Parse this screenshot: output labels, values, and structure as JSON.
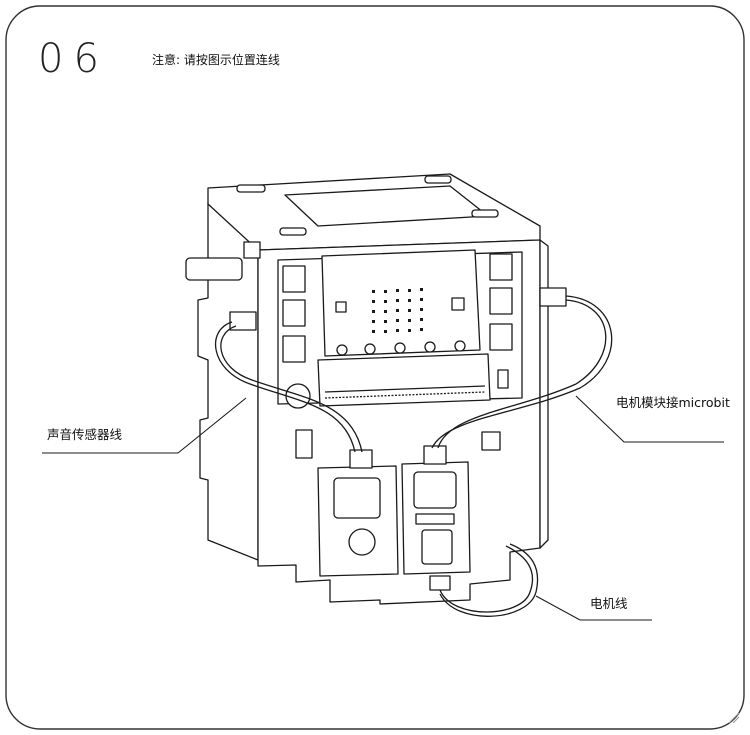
{
  "step": {
    "number": "06",
    "note": "注意: 请按图示位置连线"
  },
  "labels": {
    "sound_sensor_wire": "声音传感器线",
    "motor_module_to_microbit": "电机模块接microbit",
    "motor_wire": "电机线"
  },
  "colors": {
    "line": "#1a1a1a",
    "background": "#ffffff",
    "frame": "#333333"
  },
  "icons": {
    "corner": "page-corner-mark"
  }
}
